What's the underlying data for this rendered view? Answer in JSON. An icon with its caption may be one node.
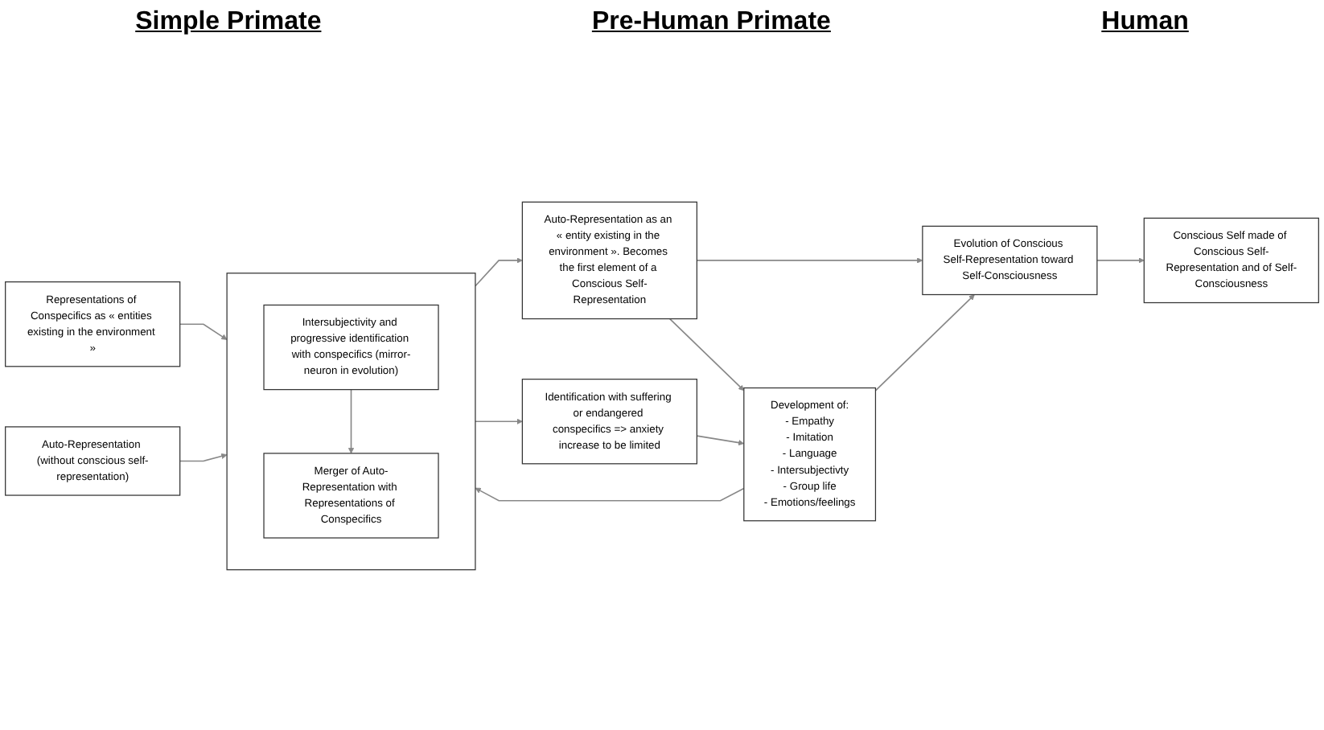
{
  "diagram": {
    "nodes": [
      {
        "text": [
          "Representations of Conspecifics as « entities existing in the environment »"
        ]
      },
      {
        "text": [
          "Auto-Representation (without conscious self-representation)"
        ]
      },
      {
        "text": [],
        "shape": "box"
      },
      {
        "text": [
          "Intersubjectivity and progressive identification with conspecifics (mirror-neuron in evolution)"
        ],
        "in": 2
      },
      {
        "text": [
          "Merger of Auto-Representation with Representations of Conspecifics"
        ],
        "in": 2
      },
      {
        "text": [
          "Identification with suffering or endangered conspecifics => anxiety increase to be limited"
        ]
      },
      {
        "text": [
          "Auto-Representation as an « entity existing in the environment ». Becomes the first element of a Conscious Self-Representation"
        ]
      },
      {
        "text": [
          "Development of:",
          "- Empathy",
          "- Imitation",
          "- Language",
          "- Intersubjectivty",
          "- Group life",
          "- Emotions/feelings"
        ]
      },
      {
        "text": [
          "Conscious Self made of Conscious Self-Representation and of Self-Consciousness"
        ]
      },
      {
        "text": [
          "Evolution of Conscious Self-Representation toward Self-Consciousness"
        ]
      }
    ],
    "edges": [
      {
        "from": 0,
        "to": 2,
        "arrow": "to"
      },
      {
        "from": 1,
        "to": 2,
        "arrow": "to"
      },
      {
        "from": 3,
        "to": 4,
        "arrow": "to"
      },
      {
        "from": 2,
        "to": 6,
        "arrow": "to"
      },
      {
        "from": 2,
        "to": 5,
        "arrow": "to"
      },
      {
        "from": 5,
        "to": 7,
        "arrow": "to"
      },
      {
        "from": 7,
        "to": 2,
        "arrow": "to"
      },
      {
        "from": 6,
        "to": 7,
        "arrow": "to"
      },
      {
        "from": 6,
        "to": 9,
        "arrow": "to"
      },
      {
        "from": 7,
        "to": 9,
        "arrow": "to"
      },
      {
        "from": 9,
        "to": 8,
        "arrow": "to"
      }
    ],
    "labels": [
      "Simple Primate",
      "Pre-Human Primate",
      "Human"
    ]
  }
}
